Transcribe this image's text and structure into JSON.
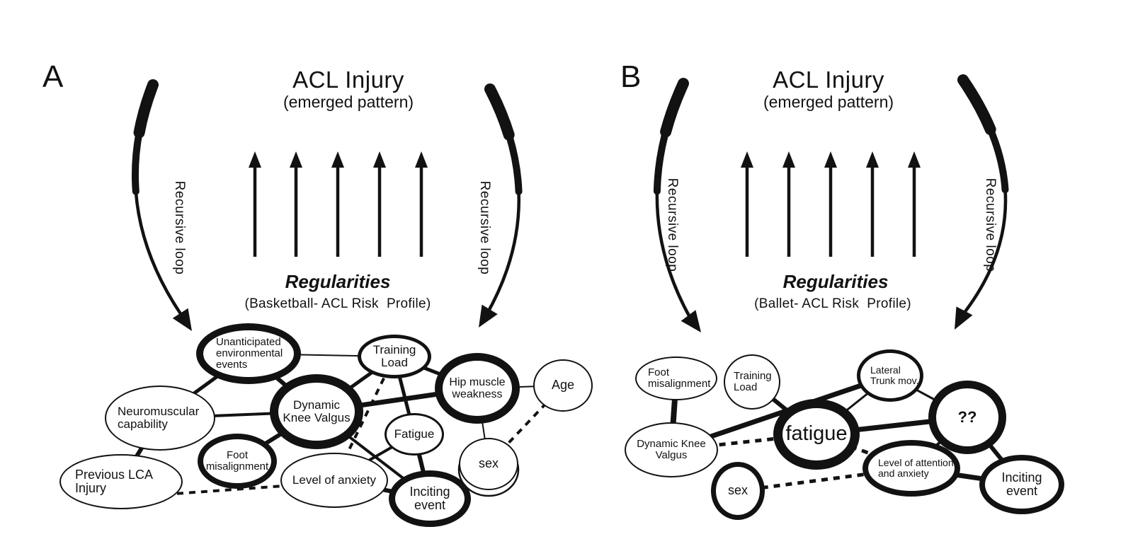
{
  "background": "#ffffff",
  "ink": "#121212",
  "panels": [
    {
      "id": "A",
      "label": "A",
      "title": "ACL Injury",
      "subtitle": "(emerged pattern)",
      "regularities_label": "Regularities",
      "profile_label": "(Basketball- ACL Risk  Profile)",
      "recursive_loop_left": "Recursive loop",
      "recursive_loop_right": "Recursive loop",
      "nodes": [
        {
          "id": "unanticipated",
          "label": "Unanticipated\nenvironmental\nevents",
          "emphasis": "heavy"
        },
        {
          "id": "training-load",
          "label": "Training\nLoad",
          "emphasis": "medium"
        },
        {
          "id": "hip-muscle-weakness",
          "label": "Hip muscle\nweakness",
          "emphasis": "heavy"
        },
        {
          "id": "age",
          "label": "Age",
          "emphasis": "light"
        },
        {
          "id": "neuromuscular",
          "label": "Neuromuscular\ncapability",
          "emphasis": "light"
        },
        {
          "id": "dynamic-knee-valgus",
          "label": "Dynamic\nKnee Valgus",
          "emphasis": "heavy"
        },
        {
          "id": "foot-misalignment",
          "label": "Foot\nmisalignment",
          "emphasis": "bold"
        },
        {
          "id": "fatigue",
          "label": "Fatigue",
          "emphasis": "light"
        },
        {
          "id": "sex",
          "label": "sex",
          "emphasis": "light"
        },
        {
          "id": "previous-lca-injury",
          "label": "Previous LCA\nInjury",
          "emphasis": "light"
        },
        {
          "id": "level-of-anxiety",
          "label": "Level of anxiety",
          "emphasis": "light"
        },
        {
          "id": "inciting-event",
          "label": "Inciting\nevent",
          "emphasis": "bold"
        }
      ],
      "edges": [
        {
          "from": "unanticipated",
          "to": "neuromuscular",
          "style": "solid",
          "weight": 5
        },
        {
          "from": "unanticipated",
          "to": "dynamic-knee-valgus",
          "style": "solid",
          "weight": 6
        },
        {
          "from": "unanticipated",
          "to": "training-load",
          "style": "solid",
          "weight": 2
        },
        {
          "from": "neuromuscular",
          "to": "dynamic-knee-valgus",
          "style": "solid",
          "weight": 4
        },
        {
          "from": "neuromuscular",
          "to": "previous-lca-injury",
          "style": "solid",
          "weight": 6
        },
        {
          "from": "foot-misalignment",
          "to": "dynamic-knee-valgus",
          "style": "solid",
          "weight": 6
        },
        {
          "from": "training-load",
          "to": "dynamic-knee-valgus",
          "style": "solid",
          "weight": 5
        },
        {
          "from": "training-load",
          "to": "hip-muscle-weakness",
          "style": "solid",
          "weight": 5
        },
        {
          "from": "training-load",
          "to": "fatigue",
          "style": "solid",
          "weight": 5
        },
        {
          "from": "dynamic-knee-valgus",
          "to": "hip-muscle-weakness",
          "style": "solid",
          "weight": 7
        },
        {
          "from": "dynamic-knee-valgus",
          "to": "inciting-event",
          "style": "solid",
          "weight": 4
        },
        {
          "from": "hip-muscle-weakness",
          "to": "age",
          "style": "solid",
          "weight": 2
        },
        {
          "from": "hip-muscle-weakness",
          "to": "sex",
          "style": "solid",
          "weight": 2
        },
        {
          "from": "fatigue",
          "to": "level-of-anxiety",
          "style": "solid",
          "weight": 4
        },
        {
          "from": "fatigue",
          "to": "inciting-event",
          "style": "solid",
          "weight": 6
        },
        {
          "from": "level-of-anxiety",
          "to": "inciting-event",
          "style": "solid",
          "weight": 6
        },
        {
          "from": "previous-lca-injury",
          "to": "level-of-anxiety",
          "style": "dashed",
          "weight": 4
        },
        {
          "from": "training-load",
          "to": "level-of-anxiety",
          "style": "dashed",
          "weight": 4
        },
        {
          "from": "age",
          "to": "sex",
          "style": "dashed",
          "weight": 4
        }
      ]
    },
    {
      "id": "B",
      "label": "B",
      "title": "ACL Injury",
      "subtitle": "(emerged pattern)",
      "regularities_label": "Regularities",
      "profile_label": "(Ballet- ACL Risk  Profile)",
      "recursive_loop_left": "Recursive loop",
      "recursive_loop_right": "Recursive loop",
      "nodes": [
        {
          "id": "foot-misalignment",
          "label": "Foot\nmisalignment",
          "emphasis": "light"
        },
        {
          "id": "training-load",
          "label": "Training\nLoad",
          "emphasis": "light"
        },
        {
          "id": "lateral-trunk-mov",
          "label": "Lateral\nTrunk mov.",
          "emphasis": "medium"
        },
        {
          "id": "unknown",
          "label": "??",
          "emphasis": "heavy"
        },
        {
          "id": "dynamic-knee-valgus",
          "label": "Dynamic Knee\nValgus",
          "emphasis": "light"
        },
        {
          "id": "fatigue",
          "label": "fatigue",
          "emphasis": "heavy"
        },
        {
          "id": "sex",
          "label": "sex",
          "emphasis": "bold"
        },
        {
          "id": "level-of-attention",
          "label": "Level of attention\nand anxiety",
          "emphasis": "bold"
        },
        {
          "id": "inciting-event",
          "label": "Inciting\nevent",
          "emphasis": "bold"
        }
      ],
      "edges": [
        {
          "from": "foot-misalignment",
          "to": "dynamic-knee-valgus",
          "style": "solid",
          "weight": 8
        },
        {
          "from": "dynamic-knee-valgus",
          "to": "lateral-trunk-mov",
          "style": "solid",
          "weight": 7
        },
        {
          "from": "training-load",
          "to": "fatigue",
          "style": "solid",
          "weight": 6
        },
        {
          "from": "fatigue",
          "to": "lateral-trunk-mov",
          "style": "solid",
          "weight": 3
        },
        {
          "from": "fatigue",
          "to": "unknown",
          "style": "solid",
          "weight": 7
        },
        {
          "from": "lateral-trunk-mov",
          "to": "unknown",
          "style": "solid",
          "weight": 3
        },
        {
          "from": "unknown",
          "to": "level-of-attention",
          "style": "solid",
          "weight": 4
        },
        {
          "from": "unknown",
          "to": "inciting-event",
          "style": "solid",
          "weight": 6
        },
        {
          "from": "level-of-attention",
          "to": "inciting-event",
          "style": "solid",
          "weight": 7
        },
        {
          "from": "dynamic-knee-valgus",
          "to": "fatigue",
          "style": "dashed",
          "weight": 5
        },
        {
          "from": "sex",
          "to": "level-of-attention",
          "style": "dashed",
          "weight": 5
        },
        {
          "from": "fatigue",
          "to": "level-of-attention",
          "style": "dashed",
          "weight": 5
        }
      ]
    }
  ]
}
